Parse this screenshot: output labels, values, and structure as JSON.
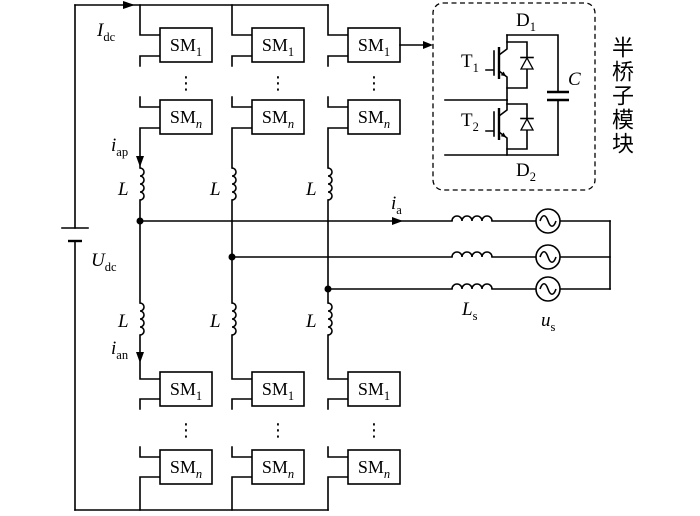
{
  "labels": {
    "dc_current": {
      "symbol": "I",
      "sub": "dc"
    },
    "dc_voltage": {
      "symbol": "U",
      "sub": "dc"
    },
    "upper_arm_current": {
      "symbol": "i",
      "sub": "ap"
    },
    "lower_arm_current": {
      "symbol": "i",
      "sub": "an"
    },
    "phase_current": {
      "symbol": "i",
      "sub": "a"
    },
    "arm_inductor": "L",
    "grid_inductor": {
      "symbol": "L",
      "sub": "s"
    },
    "grid_voltage": {
      "symbol": "u",
      "sub": "s"
    }
  },
  "submodule": {
    "prefix": "SM",
    "first_index": "1",
    "last_index": "n",
    "ellipsis": "⋮"
  },
  "half_bridge": {
    "title": "半桥子模块",
    "upper_switch": {
      "symbol": "T",
      "sub": "1"
    },
    "lower_switch": {
      "symbol": "T",
      "sub": "2"
    },
    "upper_diode": {
      "symbol": "D",
      "sub": "1"
    },
    "lower_diode": {
      "symbol": "D",
      "sub": "2"
    },
    "capacitor": "C"
  }
}
